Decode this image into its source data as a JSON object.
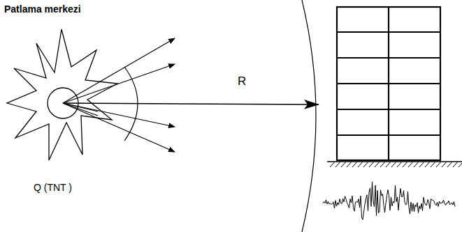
{
  "diagram": {
    "labels": [
      "Patlama merkezi",
      "R",
      "Q (TNT )"
    ]
  }
}
